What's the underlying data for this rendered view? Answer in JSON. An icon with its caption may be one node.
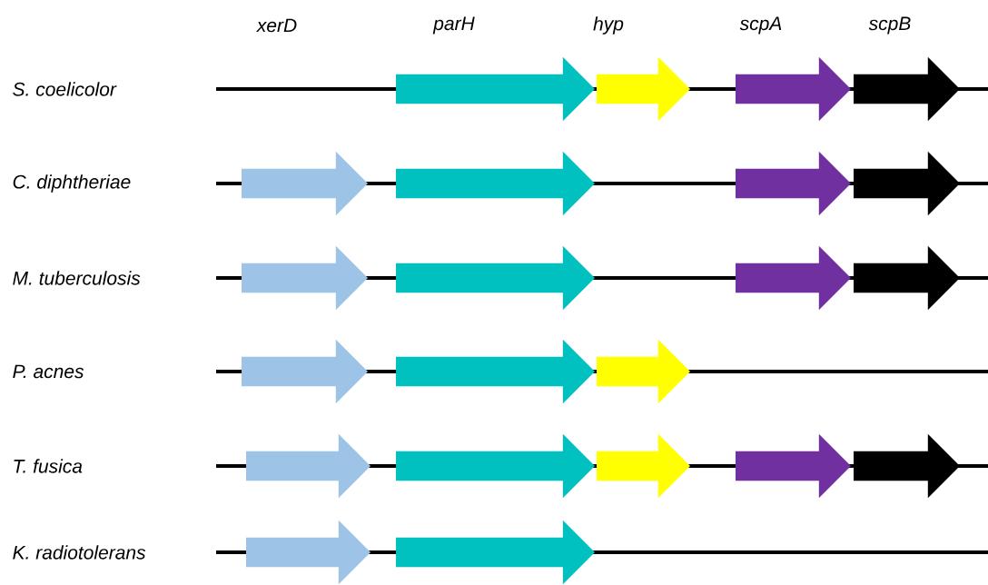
{
  "diagram": {
    "nodes": [
      {
        "text": [],
        "shape": "arrow"
      },
      {
        "text": [],
        "shape": "arrow"
      },
      {
        "text": [],
        "shape": "arrow"
      },
      {
        "text": [],
        "shape": "arrow"
      },
      {
        "text": [],
        "shape": "arrow"
      },
      {
        "text": [],
        "shape": "arrow"
      },
      {
        "text": [],
        "shape": "arrow"
      },
      {
        "text": [],
        "shape": "arrow"
      },
      {
        "text": [],
        "shape": "arrow"
      },
      {
        "text": [],
        "shape": "arrow"
      },
      {
        "text": [],
        "shape": "arrow"
      },
      {
        "text": [],
        "shape": "arrow"
      },
      {
        "text": [],
        "shape": "arrow"
      },
      {
        "text": [],
        "shape": "arrow"
      },
      {
        "text": [],
        "shape": "arrow"
      },
      {
        "text": [],
        "shape": "arrow"
      },
      {
        "text": [],
        "shape": "arrow"
      },
      {
        "text": [],
        "shape": "arrow"
      },
      {
        "text": [],
        "shape": "arrow"
      },
      {
        "text": [],
        "shape": "arrow"
      },
      {
        "text": [],
        "shape": "arrow"
      },
      {
        "text": [],
        "shape": "arrow"
      }
    ],
    "labels": [
      "xerD",
      "parH",
      "hyp",
      "scpA",
      "scpB",
      "S. coelicolor",
      "C. diphtheriae",
      "M. tuberculosis",
      "P. acnes",
      "T. fusica",
      "K. radiotolerans"
    ]
  }
}
